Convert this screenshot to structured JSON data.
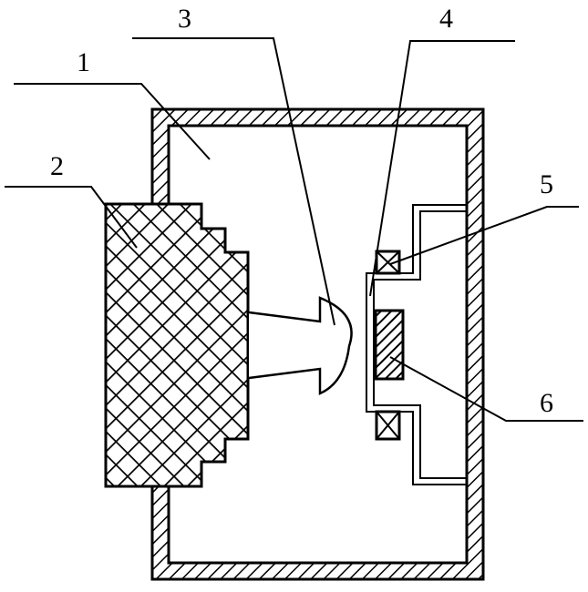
{
  "figure": {
    "labels": [
      "1",
      "2",
      "3",
      "4",
      "5",
      "6"
    ],
    "colors": {
      "ink": "#000000",
      "background": "#ffffff"
    }
  }
}
